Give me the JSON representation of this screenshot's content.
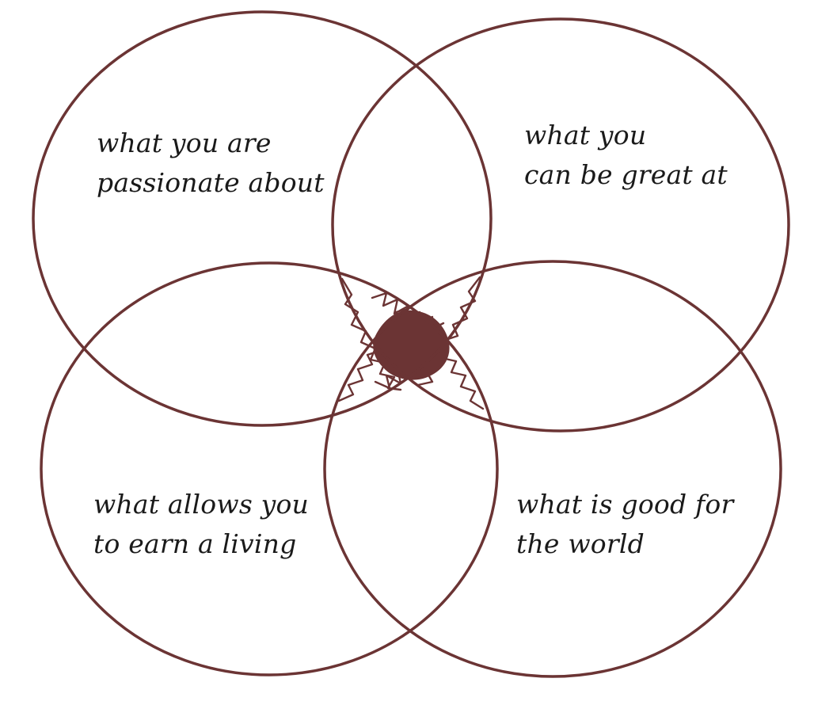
{
  "colors": {
    "stroke": "#6b3434",
    "text": "#1a1a1a",
    "background": "#ffffff"
  },
  "circles": [
    {
      "id": "passion",
      "label_lines": [
        "what you are",
        "passionate about"
      ]
    },
    {
      "id": "skill",
      "label_lines": [
        "what you",
        "can be great at"
      ]
    },
    {
      "id": "living",
      "label_lines": [
        "what allows you",
        "to earn a living"
      ]
    },
    {
      "id": "world",
      "label_lines": [
        "what is good for",
        "the world"
      ]
    }
  ]
}
